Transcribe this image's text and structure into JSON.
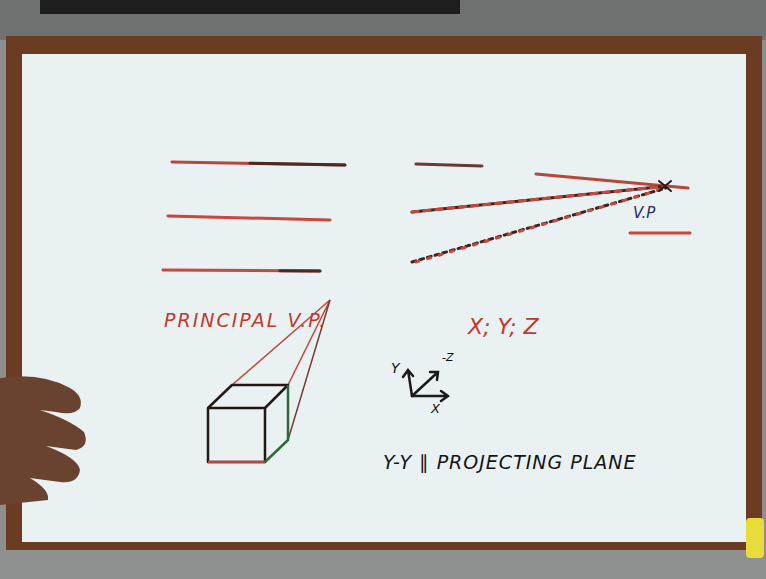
{
  "diagram": {
    "labels": [
      "V.P",
      "PRINCIPAL V.P.",
      "X; Y; Z",
      "Y",
      "-Z",
      "X",
      "Y-Y ∥ PROJECTING PLANE"
    ]
  }
}
